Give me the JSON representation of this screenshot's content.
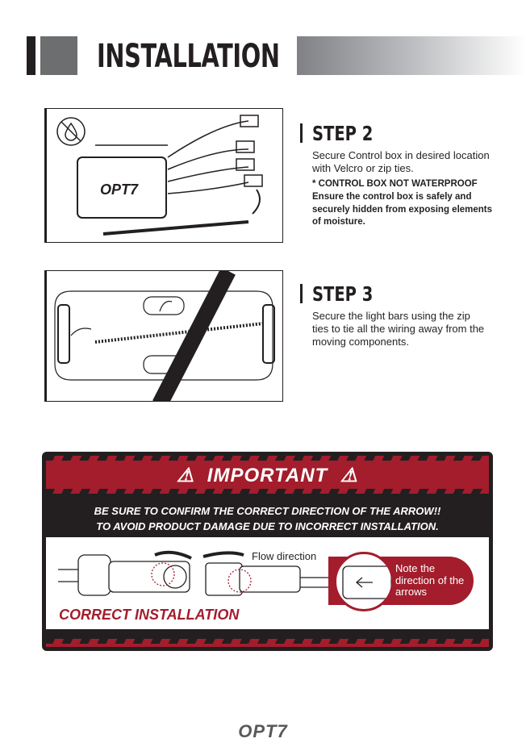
{
  "header": {
    "title": "INSTALLATION"
  },
  "steps": [
    {
      "title": "STEP 2",
      "body": "Secure Control box in desired location with Velcro or zip ties.",
      "warning_title": "*  CONTROL BOX NOT WATERPROOF",
      "warning_body": "Ensure the control box is safely and securely hidden from exposing elements of moisture.",
      "figure_logo": "OPT7"
    },
    {
      "title": "STEP 3",
      "body": "Secure the light bars using the zip ties to tie all the wiring away from the moving components."
    }
  ],
  "important": {
    "title": "IMPORTANT",
    "message_line1": "BE SURE TO CONFIRM THE CORRECT DIRECTION OF THE ARROW!!",
    "message_line2": "TO AVOID PRODUCT DAMAGE DUE TO INCORRECT INSTALLATION.",
    "flow_label": "Flow direction",
    "note": "Note the direction of the arrows",
    "correct_label": "CORRECT INSTALLATION",
    "accent": "#a31d2c"
  },
  "footer": {
    "logo": "OPT7"
  }
}
